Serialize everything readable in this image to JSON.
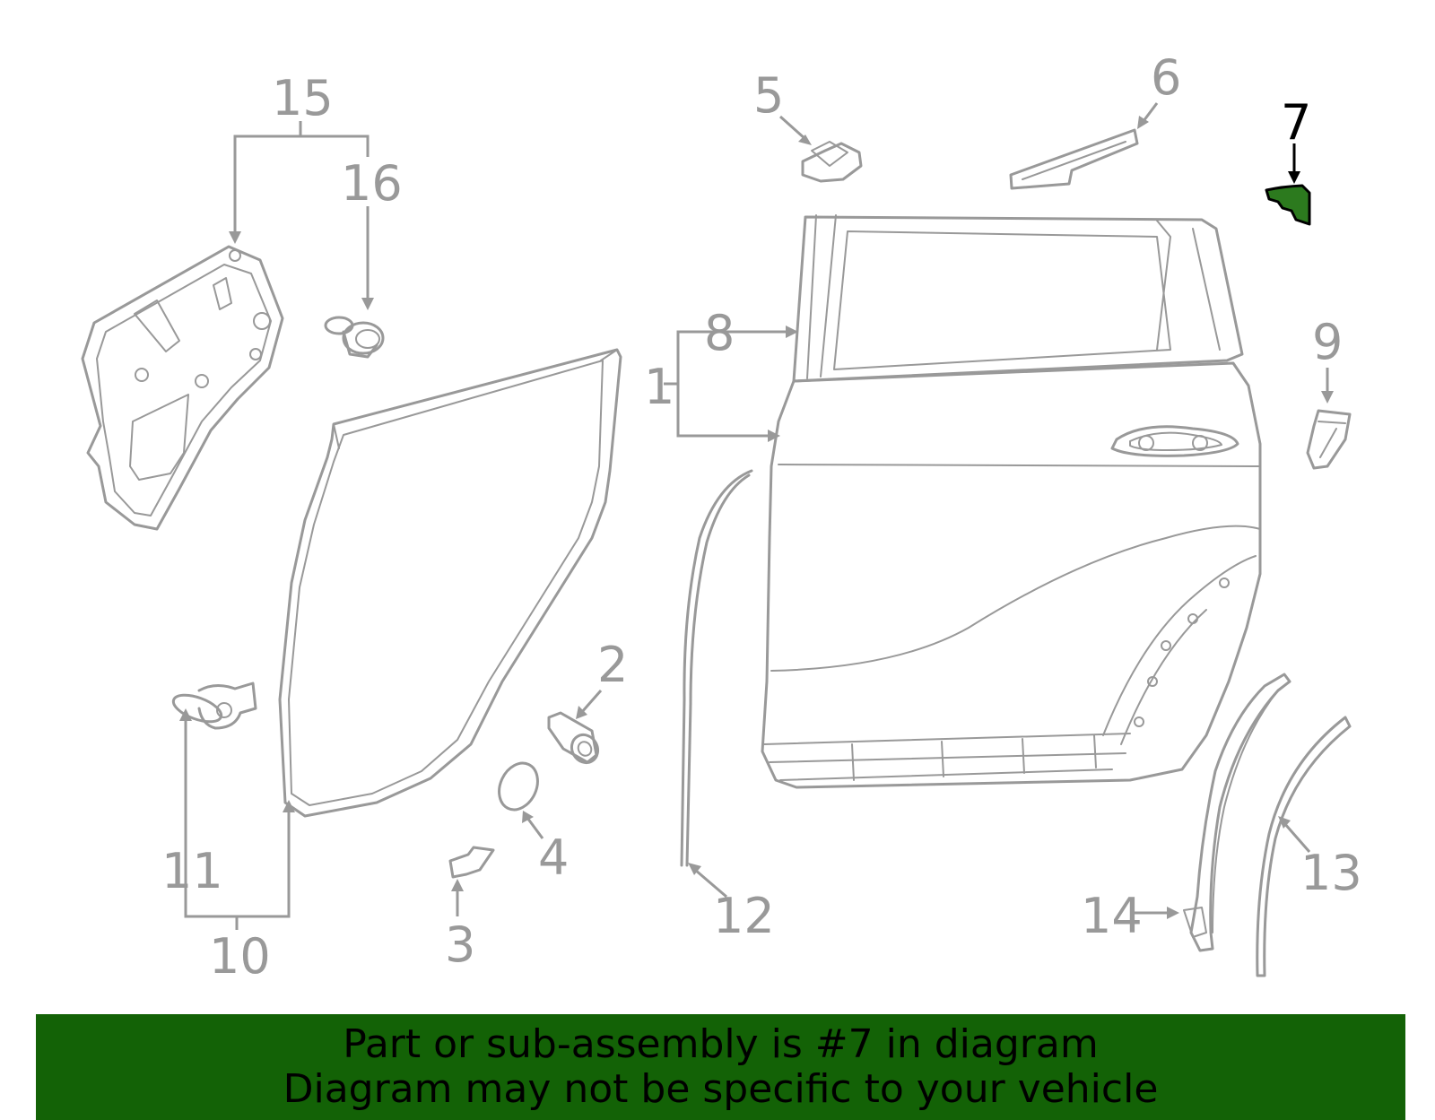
{
  "colors": {
    "line": "#999999",
    "highlight_fill": "#2c7a1e",
    "highlight_stroke": "#000000",
    "banner_bg": "#136206",
    "banner_text": "#000000"
  },
  "highlighted_part": "7",
  "callouts": [
    {
      "id": "1",
      "text": "1"
    },
    {
      "id": "2",
      "text": "2"
    },
    {
      "id": "3",
      "text": "3"
    },
    {
      "id": "4",
      "text": "4"
    },
    {
      "id": "5",
      "text": "5"
    },
    {
      "id": "6",
      "text": "6"
    },
    {
      "id": "7",
      "text": "7"
    },
    {
      "id": "8",
      "text": "8"
    },
    {
      "id": "9",
      "text": "9"
    },
    {
      "id": "10",
      "text": "10"
    },
    {
      "id": "11",
      "text": "11"
    },
    {
      "id": "12",
      "text": "12"
    },
    {
      "id": "13",
      "text": "13"
    },
    {
      "id": "14",
      "text": "14"
    },
    {
      "id": "15",
      "text": "15"
    },
    {
      "id": "16",
      "text": "16"
    }
  ],
  "banner": {
    "line1": "Part or sub-assembly is #7 in diagram",
    "line2": "Diagram may not be specific to your vehicle"
  }
}
